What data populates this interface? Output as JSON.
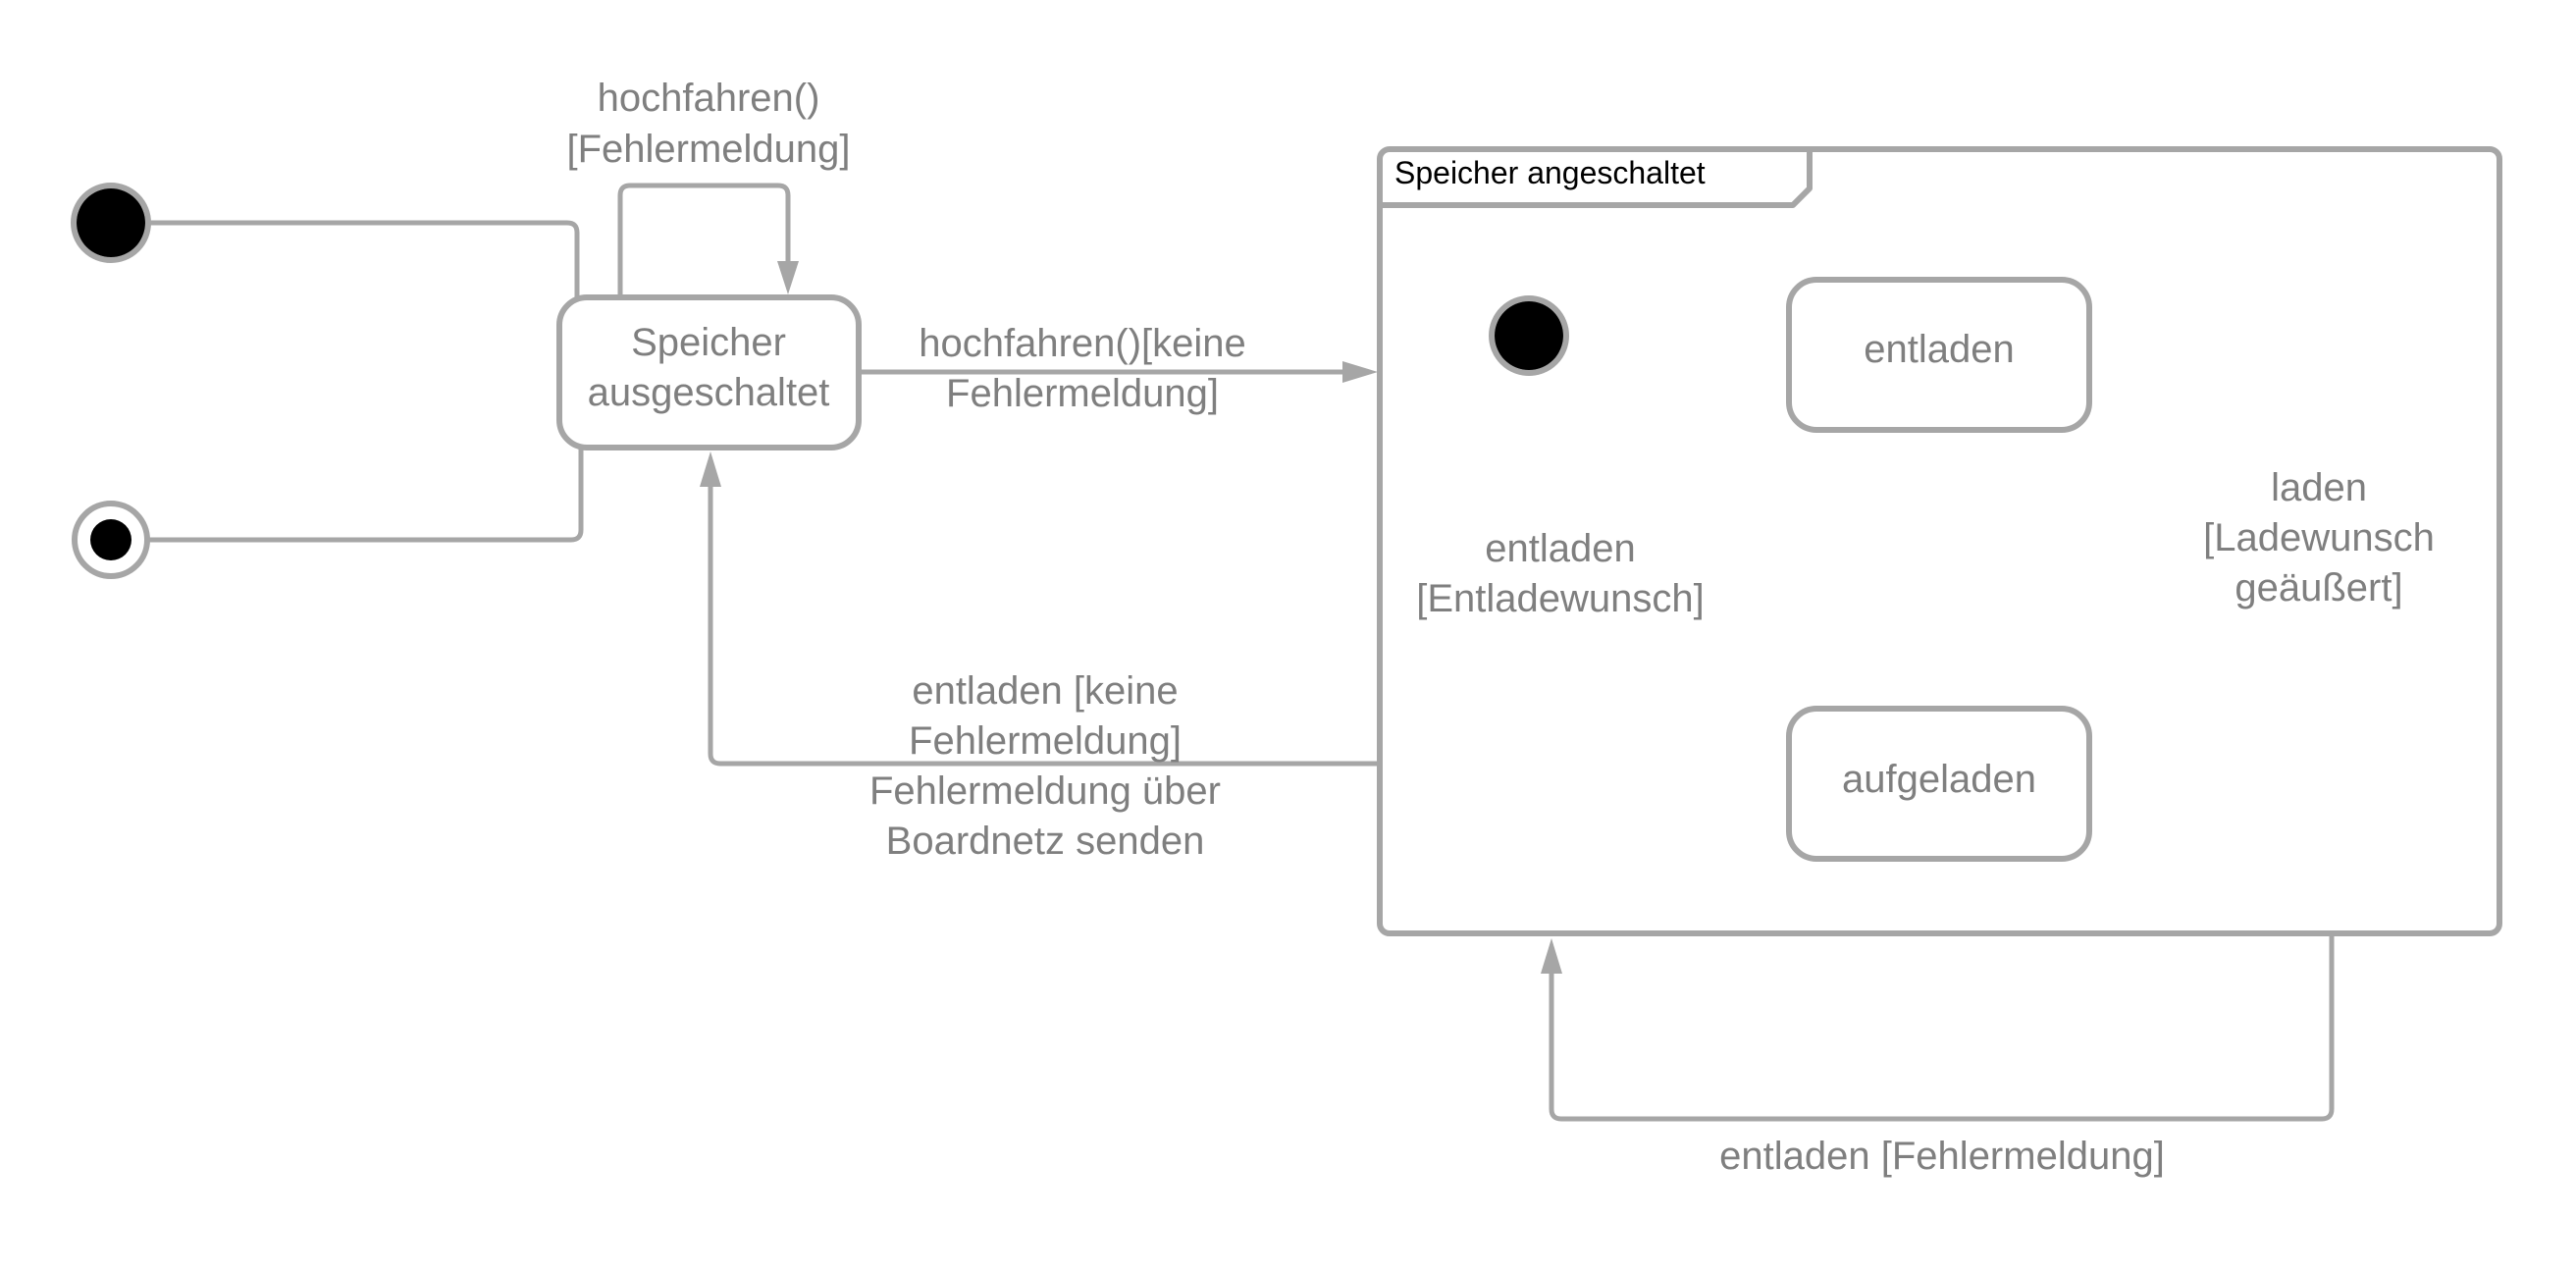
{
  "diagram": {
    "states": {
      "off": {
        "line1": "Speicher",
        "line2": "ausgeschaltet"
      },
      "unload": {
        "label": "entladen"
      },
      "charged": {
        "label": "aufgeladen"
      }
    },
    "composite": {
      "title": "Speicher angeschaltet"
    },
    "transitions": {
      "self_loop": {
        "line1": "hochfahren()",
        "line2": "[Fehlermeldung]"
      },
      "to_on": {
        "line1": "hochfahren()[keine",
        "line2": "Fehlermeldung]"
      },
      "back_off": {
        "line1": "entladen [keine",
        "line2": "Fehlermeldung]",
        "line3": "Fehlermeldung über",
        "line4": "Boardnetz senden"
      },
      "charged_to_unload": {
        "line1": "entladen",
        "line2": "[Entladewunsch]"
      },
      "unload_to_charged": {
        "line1": "laden",
        "line2": "[Ladewunsch",
        "line3": "geäußert]"
      },
      "error_loop": {
        "label": "entladen [Fehlermeldung]"
      }
    },
    "colors": {
      "stroke": "#a6a6a6",
      "text": "#7f7f7f",
      "node": "#000000"
    }
  }
}
